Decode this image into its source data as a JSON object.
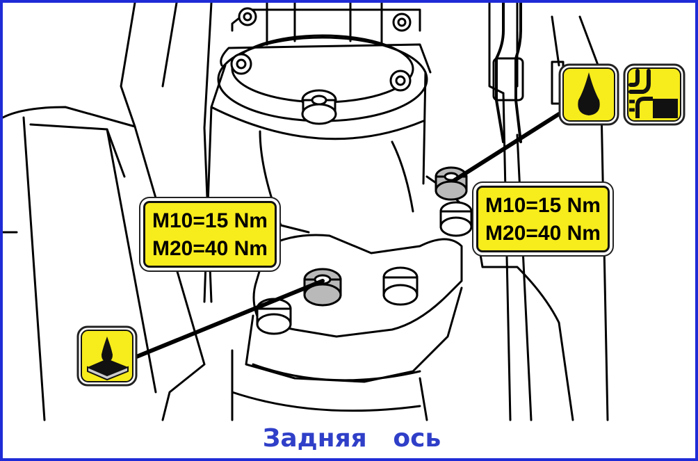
{
  "labels": {
    "left": {
      "line1": "M10=15 Nm",
      "line2": "M20=40 Nm"
    },
    "right": {
      "line1": "M10=15 Nm",
      "line2": "M20=40 Nm"
    }
  },
  "caption": "Задняя   ось",
  "icons": [
    "sealant-icon",
    "oil-drop-icon",
    "fluid-level-icon"
  ],
  "colors": {
    "frame": "#1f2bd6",
    "label_fill": "#f7ec1c",
    "caption": "#2f3fc8"
  }
}
